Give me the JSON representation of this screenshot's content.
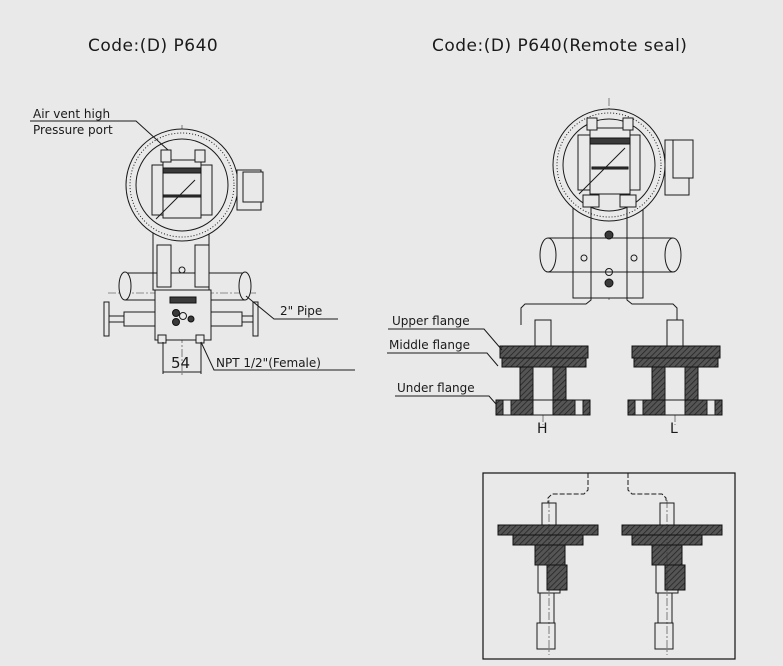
{
  "titles": {
    "left": "Code:(D) P640",
    "right": "Code:(D) P640(Remote seal)"
  },
  "left_drawing": {
    "labels": {
      "air_vent_line1": "Air vent high",
      "air_vent_line2": "Pressure port",
      "pipe": "2\" Pipe",
      "npt": "NPT 1/2\"(Female)",
      "dimension": "54"
    }
  },
  "right_drawing": {
    "labels": {
      "upper_flange": "Upper flange",
      "middle_flange": "Middle flange",
      "under_flange": "Under flange",
      "high_side": "H",
      "low_side": "L"
    }
  }
}
